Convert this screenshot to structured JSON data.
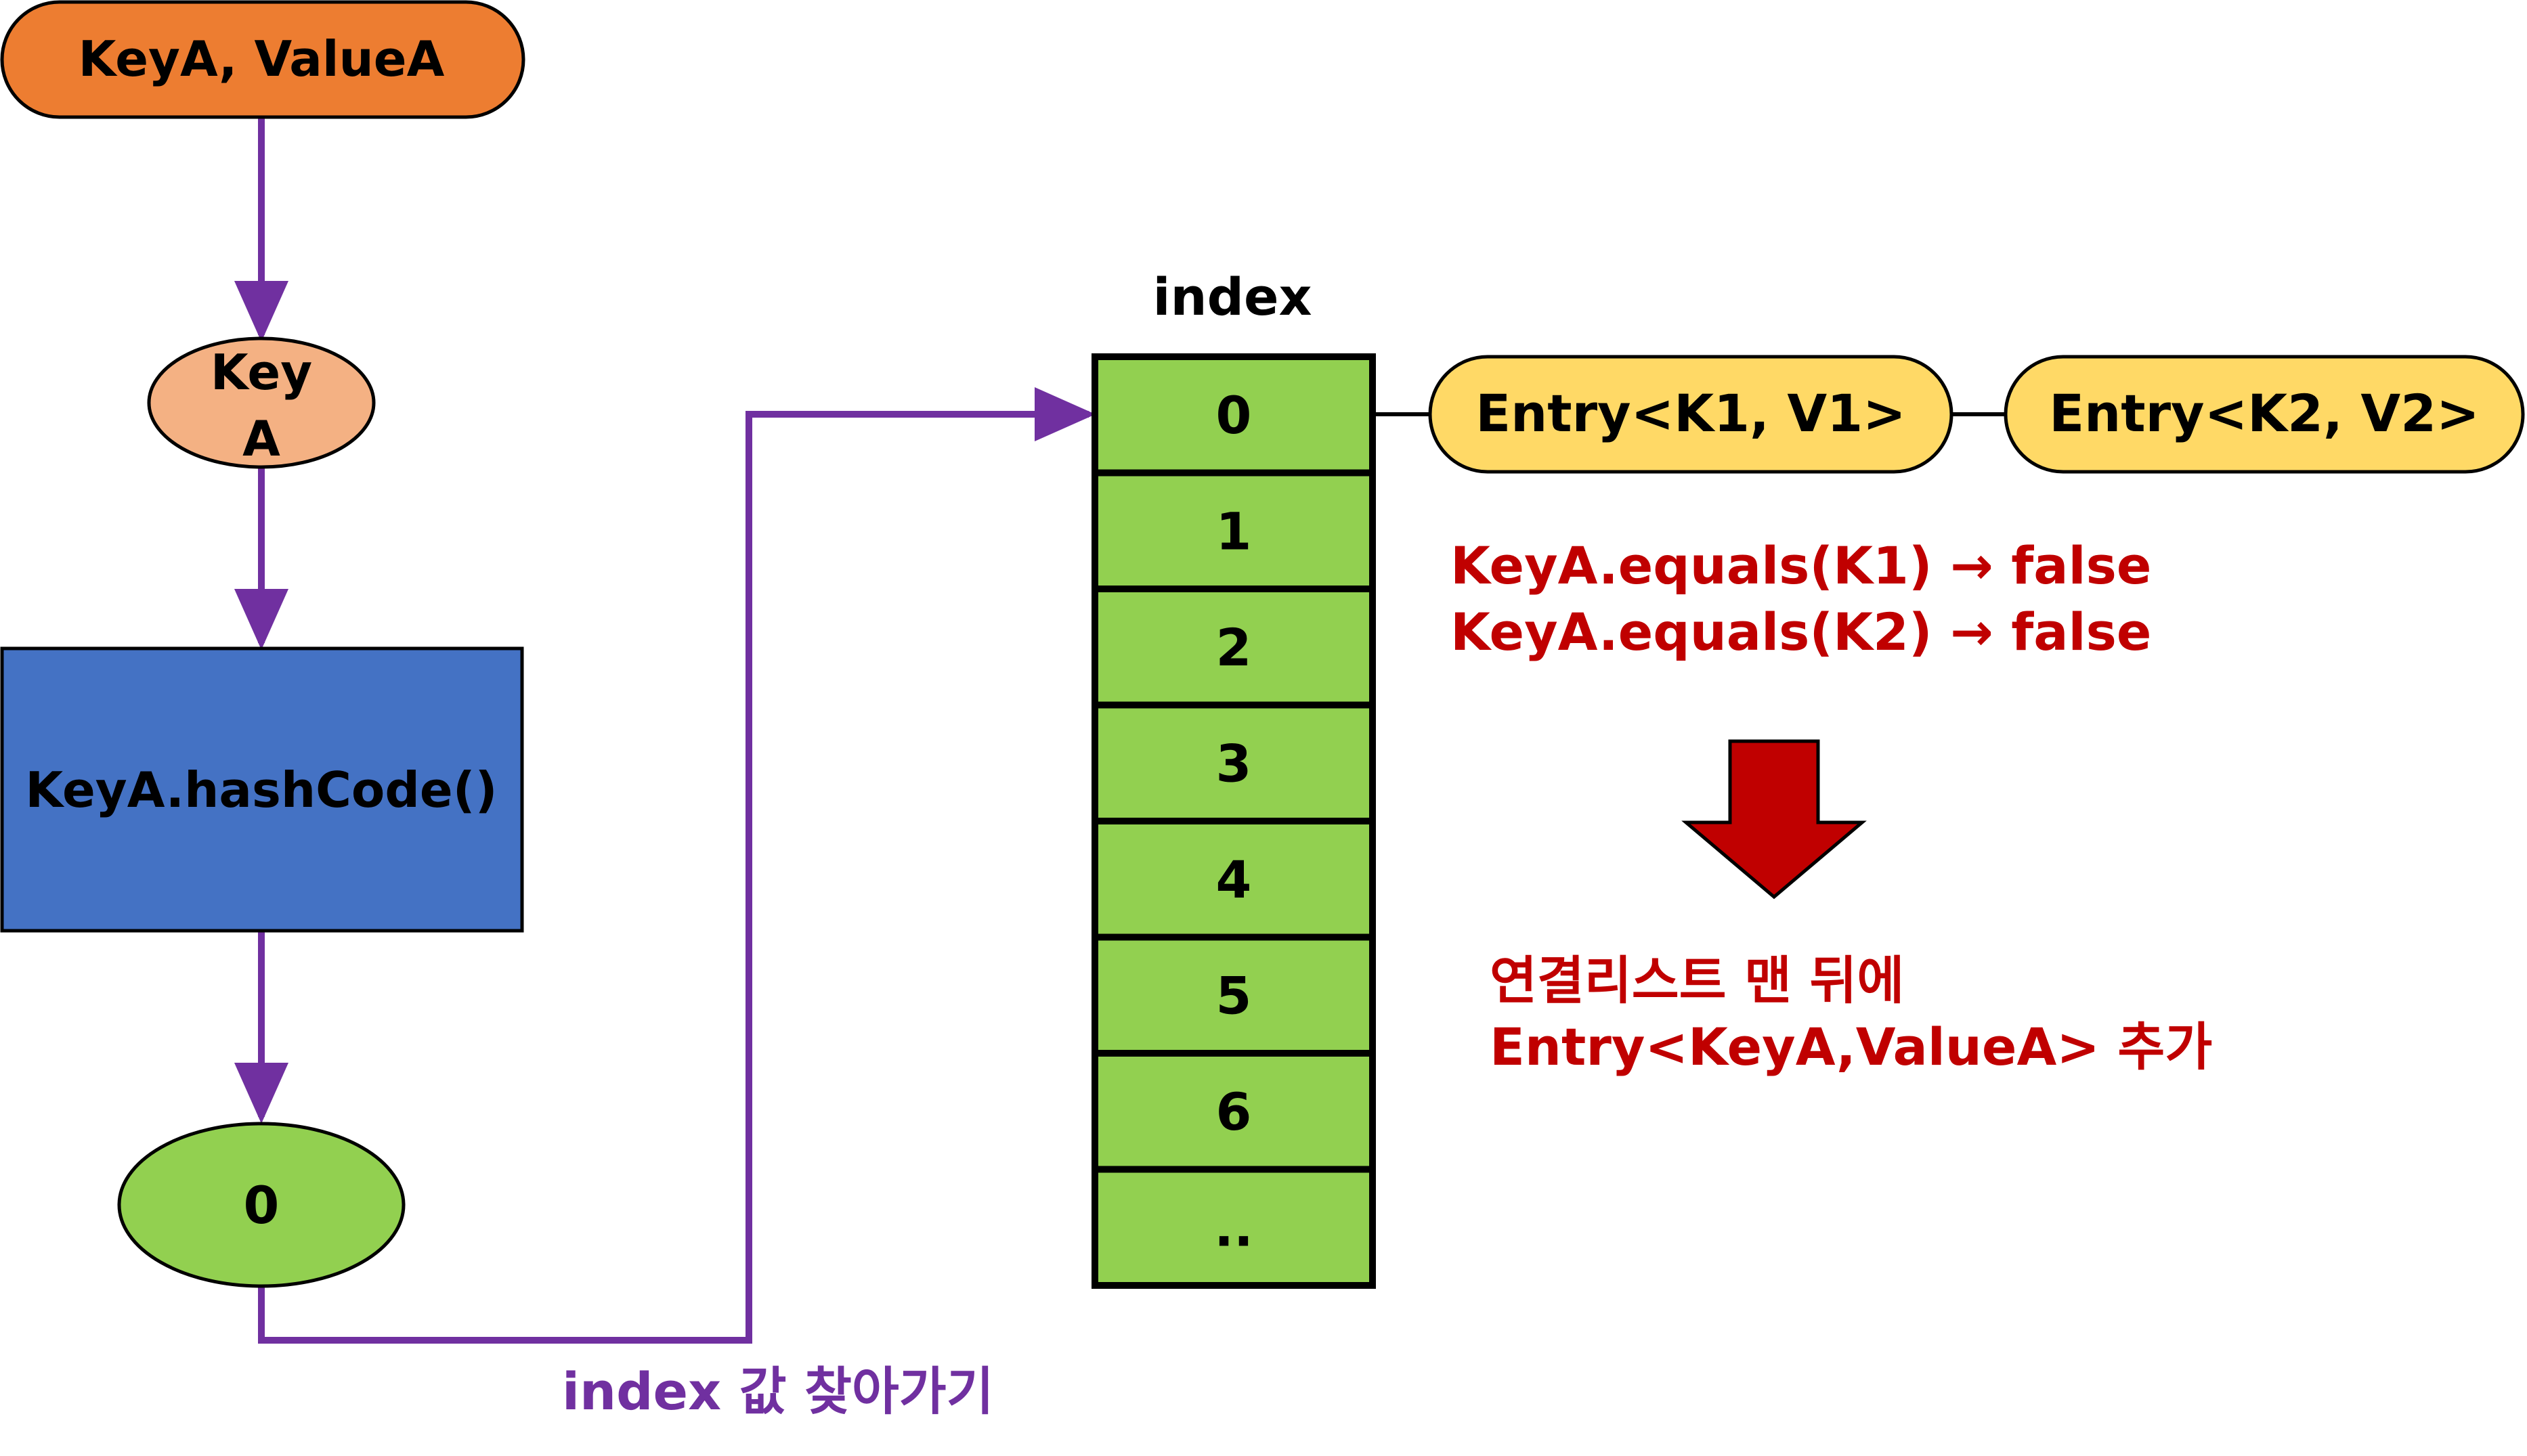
{
  "nodes": {
    "start": "KeyA, ValueA",
    "key_line1": "Key",
    "key_line2": "A",
    "hash": "KeyA.hashCode()",
    "result": "0"
  },
  "flow_label": "index 값 찾아가기",
  "table": {
    "header": "index",
    "cells": [
      "0",
      "1",
      "2",
      "3",
      "4",
      "5",
      "6",
      ".."
    ]
  },
  "entries": [
    "Entry<K1, V1>",
    "Entry<K2, V2>"
  ],
  "checks": [
    "KeyA.equals(K1) → false",
    "KeyA.equals(K2) → false"
  ],
  "outcome": {
    "line1": "연결리스트 맨 뒤에",
    "line2": "Entry<KeyA,ValueA> 추가"
  },
  "colors": {
    "start_fill": "#ED7D31",
    "key_fill": "#F4B183",
    "hash_fill": "#4472C4",
    "result_fill": "#92D050",
    "cell_fill": "#92D050",
    "entry_fill": "#FFD966",
    "flow_line": "#7030A0",
    "alert_text": "#C00000",
    "down_arrow": "#C00000"
  }
}
